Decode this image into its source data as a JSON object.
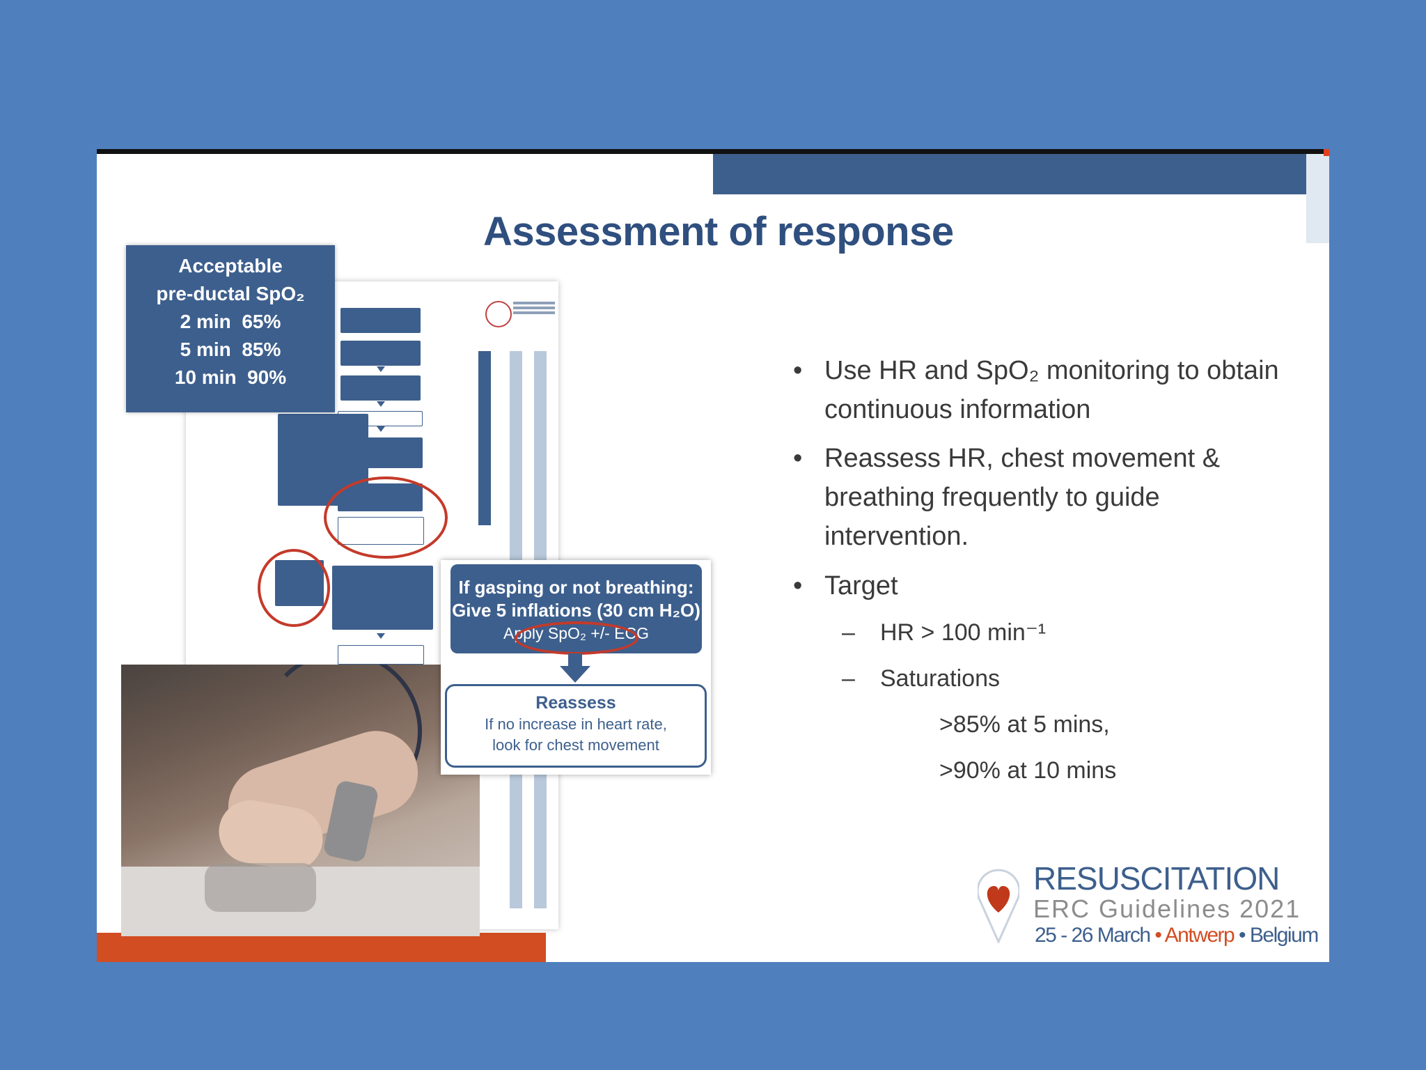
{
  "slide": {
    "title": "Assessment of response",
    "spo2_box": {
      "line1": "Acceptable",
      "line2": "pre-ductal SpO₂",
      "rows": [
        "2 min  65%",
        "5 min  85%",
        "10 min  90%"
      ]
    },
    "zoom": {
      "line1": "If gasping or not breathing:",
      "line2": "Give 5 inflations (30 cm H₂O)",
      "line3": "Apply SpO₂ +/- ECG",
      "reassess_title": "Reassess",
      "reassess_line1": "If no increase in heart rate,",
      "reassess_line2": "look for chest movement"
    },
    "bullets": [
      {
        "line1": "Use HR and SpO₂ monitoring to obtain",
        "line2": "continuous information"
      },
      {
        "line1": "Reassess HR, chest movement &",
        "line2": "breathing frequently to guide",
        "line3": "intervention."
      },
      {
        "line1": "Target"
      }
    ],
    "sub_bullets": [
      "HR > 100 min⁻¹",
      "Saturations"
    ],
    "saturations": [
      ">85% at 5 mins,",
      ">90% at 10 mins"
    ],
    "brand": {
      "line1": "RESUSCITATION",
      "line2": "ERC Guidelines 2021",
      "date": "25 - 26 March",
      "sep1": " • ",
      "city": "Antwerp",
      "sep2": " • ",
      "country": "Belgium"
    },
    "colors": {
      "background": "#4f7fbd",
      "navy": "#3d5f8d",
      "accent_orange": "#d24d22",
      "highlight_red": "#c43a2a"
    }
  }
}
